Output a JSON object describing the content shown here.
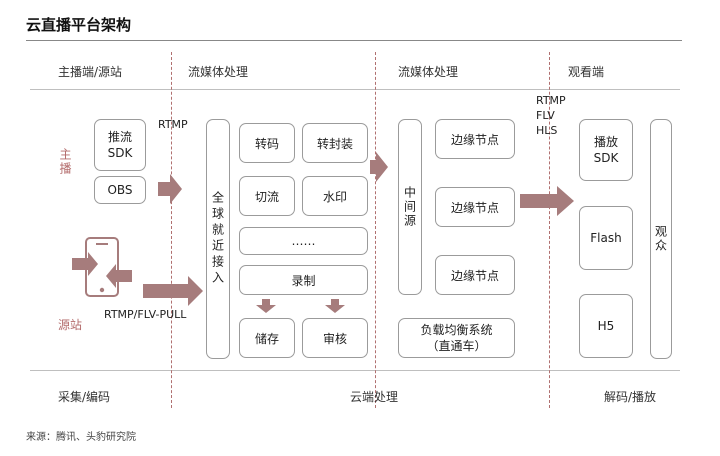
{
  "title": "云直播平台架构",
  "columns": {
    "anchor": "主播端/源站",
    "stream1": "流媒体处理",
    "stream2": "流媒体处理",
    "viewer": "观看端"
  },
  "footer": {
    "capture": "采集/编码",
    "cloud": "云端处理",
    "decode": "解码/播放"
  },
  "left": {
    "anchor_label": "主播",
    "source_label": "源站",
    "push_sdk": "推流SDK",
    "obs": "OBS",
    "rtmp": "RTMP",
    "rtmp_flv_pull": "RTMP/FLV-PULL"
  },
  "access": "全球就近接入",
  "processing": {
    "transcode": "转码",
    "repackage": "转封装",
    "slice": "切流",
    "watermark": "水印",
    "more": "……",
    "record": "录制",
    "storage": "储存",
    "review": "审核"
  },
  "middle": {
    "relay": "中间源",
    "edge1": "边缘节点",
    "edge2": "边缘节点",
    "edge3": "边缘节点",
    "lb_line1": "负载均衡系统",
    "lb_line2": "（直通车）"
  },
  "protocols": [
    "RTMP",
    "FLV",
    "HLS"
  ],
  "viewer": {
    "player_sdk": "播放SDK",
    "flash": "Flash",
    "h5": "H5",
    "audience": "观众"
  },
  "source_note": "来源：腾讯、头豹研究院",
  "colors": {
    "arrow": "#a67c7c",
    "accent": "#b36b6b"
  }
}
